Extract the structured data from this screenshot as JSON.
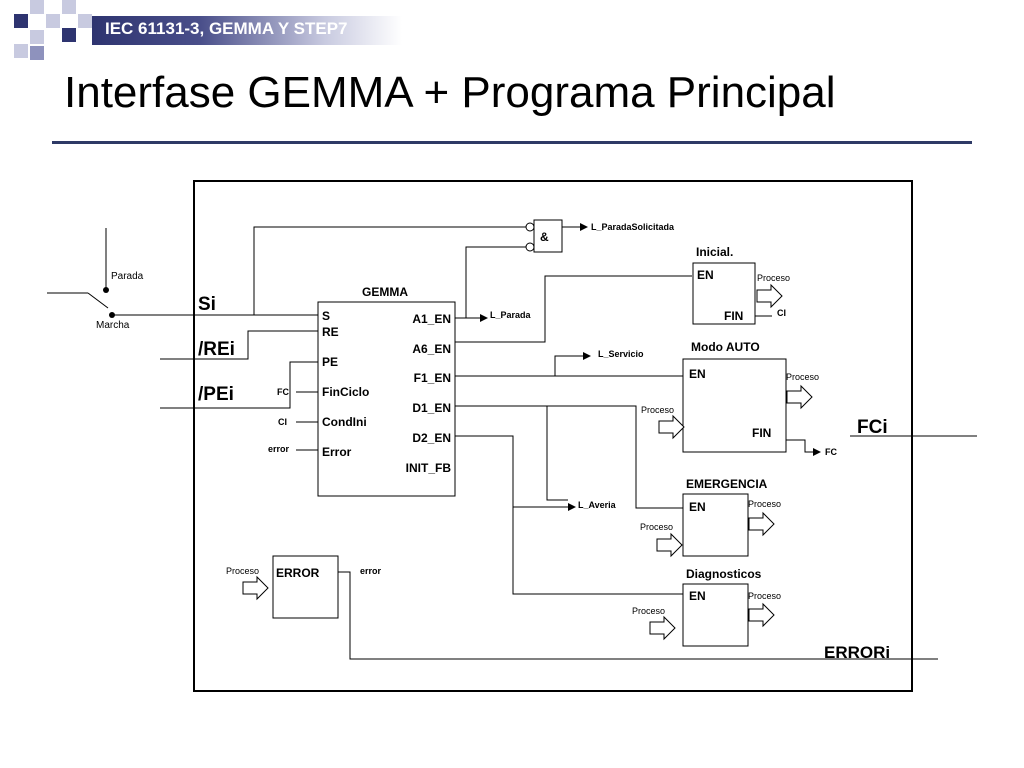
{
  "header": {
    "text": "IEC 61131-3, GEMMA Y STEP7"
  },
  "title": "Interfase GEMMA + Programa Principal",
  "diagram": {
    "switch_labels": {
      "parada": "Parada",
      "marcha": "Marcha"
    },
    "inputs": {
      "si": "Si",
      "rei": "/REi",
      "pei": "/PEi",
      "fc": "FC",
      "ci": "CI",
      "error": "error"
    },
    "and_gate": {
      "symbol": "&",
      "output": "L_ParadaSolicitada"
    },
    "gemma": {
      "title": "GEMMA",
      "inputs": [
        "S",
        "RE",
        "PE",
        "FinCiclo",
        "CondIni",
        "Error"
      ],
      "outputs": [
        "A1_EN",
        "A6_EN",
        "F1_EN",
        "D1_EN",
        "D2_EN",
        "INIT_FB"
      ]
    },
    "lamps": {
      "parada": "L_Parada",
      "servicio": "L_Servicio",
      "averia": "L_Averia"
    },
    "blocks": {
      "inicial": {
        "title": "Inicial.",
        "en": "EN",
        "fin": "FIN",
        "proceso": "Proceso",
        "ci": "CI"
      },
      "auto": {
        "title": "Modo AUTO",
        "en": "EN",
        "fin": "FIN",
        "proceso_out": "Proceso",
        "proceso_in": "Proceso",
        "fc": "FC"
      },
      "emergencia": {
        "title": "EMERGENCIA",
        "en": "EN",
        "proceso_out": "Proceso",
        "proceso_in": "Proceso"
      },
      "diagnosticos": {
        "title": "Diagnosticos",
        "en": "EN",
        "proceso_out": "Proceso",
        "proceso_in": "Proceso"
      },
      "error": {
        "title": "ERROR",
        "proceso_in": "Proceso",
        "out": "error"
      }
    },
    "outputs": {
      "fci": "FCi",
      "errori": "ERRORi"
    }
  }
}
